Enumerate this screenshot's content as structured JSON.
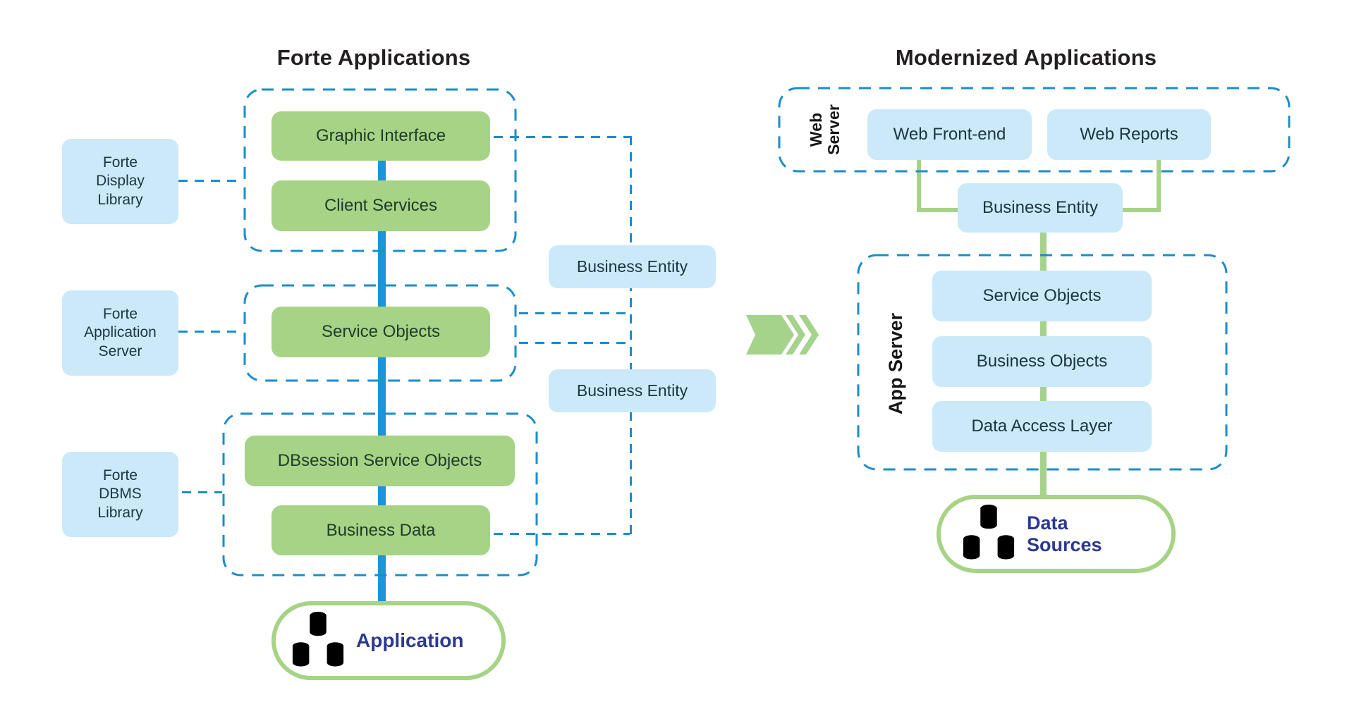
{
  "colors": {
    "dashed_blue": "#1b8dc9",
    "spine_blue": "#1e95d4",
    "green_fill": "#a6d385",
    "green_line": "#a5d38b",
    "light_blue_fill": "#cbe9f9",
    "navy_text": "#2b3990",
    "title_text": "#231f20",
    "box_text_dark": "#1d3442",
    "green_box_text": "#213c2a"
  },
  "forte": {
    "title": "Forte Applications",
    "display_group": {
      "boxes": [
        "Graphic Interface",
        "Client Services"
      ]
    },
    "app_server_group": {
      "boxes": [
        "Service Objects"
      ]
    },
    "dbms_group": {
      "boxes": [
        "DBsession Service Objects",
        "Business Data"
      ]
    },
    "side_labels": [
      {
        "lines": [
          "Forte",
          "Display",
          "Library"
        ]
      },
      {
        "lines": [
          "Forte",
          "Application",
          "Server"
        ]
      },
      {
        "lines": [
          "Forte",
          "DBMS",
          "Library"
        ]
      }
    ],
    "endpoint_label": "Application"
  },
  "bridge": {
    "business_entity_top": "Business Entity",
    "business_entity_bottom": "Business Entity"
  },
  "modern": {
    "title": "Modernized Applications",
    "web_server_label_lines": [
      "Web",
      "Server"
    ],
    "web_boxes": [
      "Web Front-end",
      "Web Reports"
    ],
    "business_entity": "Business Entity",
    "app_server_label": "App Server",
    "app_boxes": [
      "Service Objects",
      "Business Objects",
      "Data Access Layer"
    ],
    "endpoint_lines": [
      "Data",
      "Sources"
    ]
  }
}
